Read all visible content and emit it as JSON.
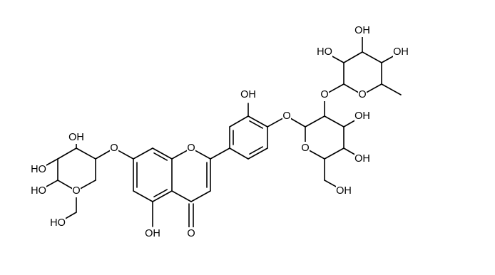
{
  "structure": {
    "atom_labels": {
      "ring_oxygen": "O",
      "carbonyl_oxygen": "O",
      "glycosidic_oxygen": "O",
      "hydroxyl": "OH",
      "hydroxyl_left": "HO"
    },
    "colors": {
      "bonds": "#000000",
      "labels": "#000000",
      "background": "#ffffff"
    }
  }
}
